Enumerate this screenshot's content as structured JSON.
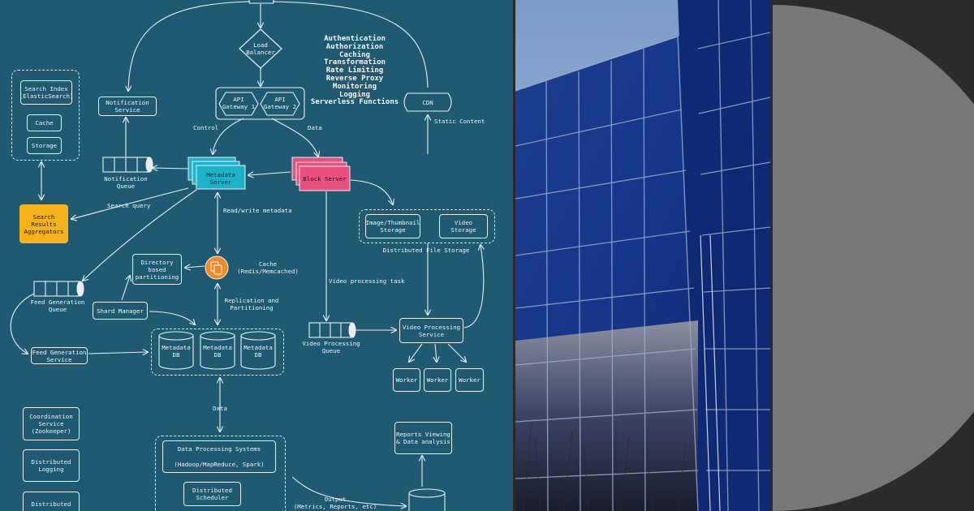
{
  "colors": {
    "background": "#1f5a72",
    "metadata_server": "#1ab3c8",
    "block_server": "#e94f7f",
    "search_results": "#f5b21a",
    "cache_icon": "#f08a24"
  },
  "nodes": {
    "load_balancer": "Load\nBalancer",
    "api_gateway_1": "API\nGateway 1",
    "api_gateway_2": "API\nGateway 2",
    "features": "Authentication\nAuthorization\nCaching\nTransformation\nRate Limiting\nReverse Proxy\nMonitoring\nLogging\nServerless Functions",
    "cdn": "CDN",
    "search_index": "Search Index\n(ElasticSearch)",
    "cache": "Cache",
    "storage": "Storage",
    "notification_service": "Notification\nService",
    "notification_queue": "Notification\nQueue",
    "metadata_server": "Metadata\nServer",
    "block_server": "Block Server",
    "search_results": "Search\nResults\nAggregators",
    "image_storage": "Image/Thumbnail\nStorage",
    "video_storage": "Video\nStorage",
    "distributed_file_storage": "Distributed File Storage",
    "directory_partitioning": "Directory\nbased\npartitioning",
    "cache_redis": "Cache\n(Redis/Memcached)",
    "feed_queue": "Feed Generation\nQueue",
    "shard_manager": "Shard Manager",
    "replication": "Replication and\nPartitioning",
    "video_queue": "Video Processing\nQueue",
    "video_service": "Video Processing\nService",
    "feed_service": "Feed Generation\nService",
    "metadata_db": "Metadata\nDB",
    "worker": "Worker",
    "coordination": "Coordination\nService\n(Zookeeper)",
    "distributed_logging": "Distributed\nLogging",
    "distributed_bottom": "Distributed",
    "reports": "Reports Viewing\n& Data analysis",
    "data_processing": "Data Processing Systems",
    "hadoop": "(Hadoop/MapReduce, Spark)",
    "distributed_scheduler": "Distributed\nScheduler"
  },
  "edge_labels": {
    "control": "Control",
    "data": "Data",
    "static_content": "Static Content",
    "search_query": "Search query",
    "rw_metadata": "Read/write metadata",
    "video_task": "Video processing task",
    "data2": "Data",
    "output": "Output\n(Metrics, Reports, etc)"
  }
}
